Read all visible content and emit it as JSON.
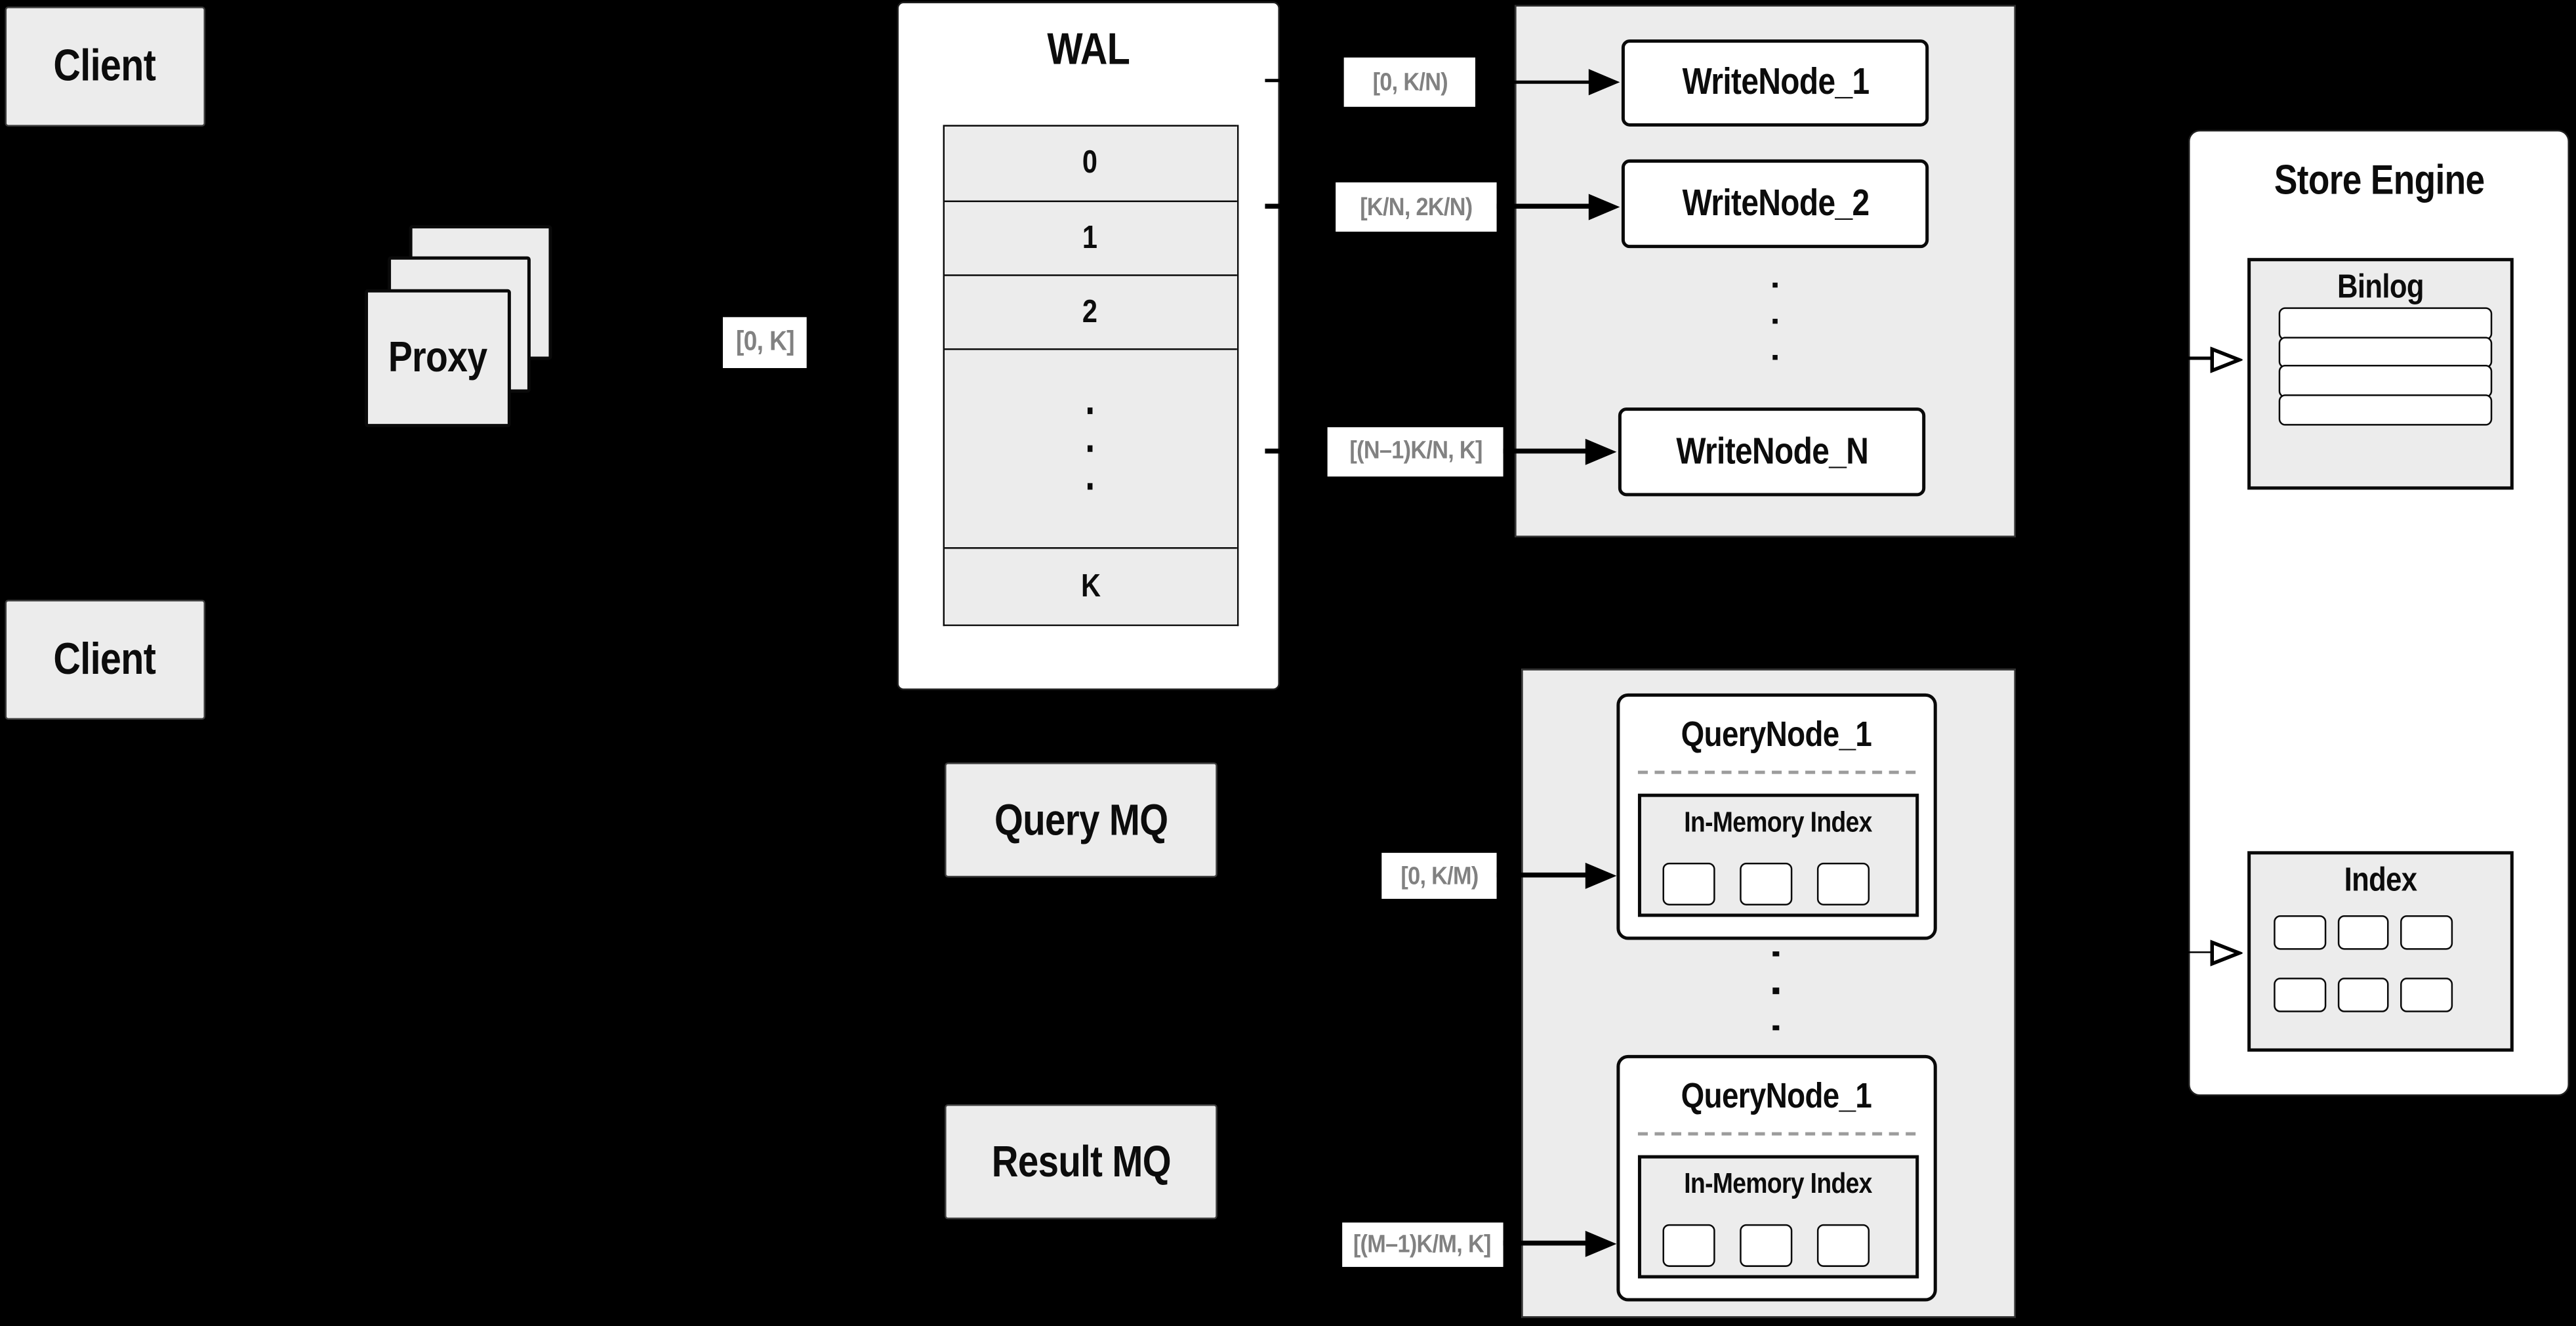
{
  "colors": {
    "background": "#000000",
    "panel_fill": "#ececec",
    "node_fill": "#ffffff",
    "line": "#0a0a0a",
    "range_label_text": "#818181",
    "dashed_divider": "#9c9c9c"
  },
  "icons": {
    "solid_arrow_right": "→",
    "open_arrow_right": "▷",
    "vertical_ellipsis": "⋮"
  },
  "clients": {
    "top_label": "Client",
    "bottom_label": "Client"
  },
  "proxy": {
    "label": "Proxy"
  },
  "range_labels": {
    "proxy_to_wal": "[0, K]"
  },
  "wal": {
    "title": "WAL",
    "segments": [
      "0",
      "1",
      "2",
      "K"
    ]
  },
  "write_group": {
    "ranges": [
      "[0,  K/N)",
      "[K/N, 2K/N)",
      "[(N–1)K/N,  K]"
    ],
    "nodes": [
      "WriteNode_1",
      "WriteNode_2",
      "WriteNode_N"
    ]
  },
  "store_engine": {
    "title": "Store Engine",
    "binlog_title": "Binlog",
    "index_title": "Index"
  },
  "mq": {
    "query_label": "Query MQ",
    "result_label": "Result MQ"
  },
  "query_group": {
    "ranges": [
      "[0, K/M)",
      "[(M–1)K/M, K]"
    ],
    "nodes": [
      "QueryNode_1",
      "QueryNode_1"
    ],
    "inmem_title": "In-Memory Index"
  }
}
